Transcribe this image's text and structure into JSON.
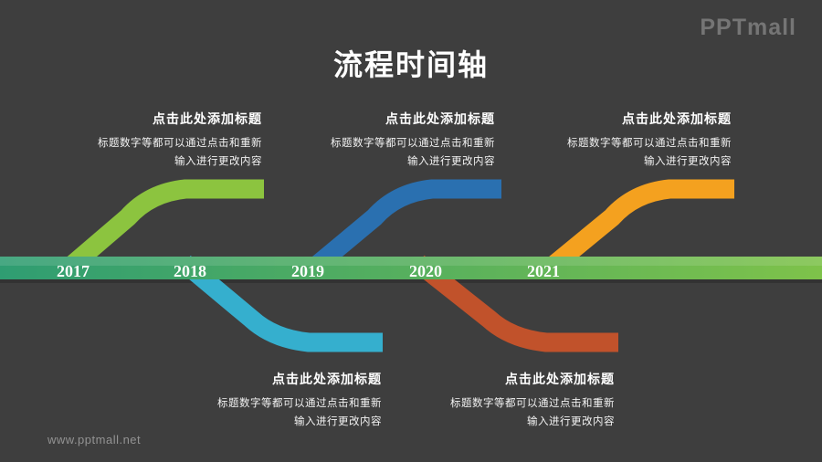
{
  "title": "流程时间轴",
  "logo": {
    "text": "PPTmall"
  },
  "watermark": {
    "text": "www.pptmall.net"
  },
  "timeline": {
    "years": [
      "2017",
      "2018",
      "2019",
      "2020",
      "2021"
    ]
  },
  "callouts": {
    "top": [
      {
        "title": "点击此处添加标题",
        "body_line1": "标题数字等都可以通过点击和重新",
        "body_line2": "输入进行更改内容"
      },
      {
        "title": "点击此处添加标题",
        "body_line1": "标题数字等都可以通过点击和重新",
        "body_line2": "输入进行更改内容"
      },
      {
        "title": "点击此处添加标题",
        "body_line1": "标题数字等都可以通过点击和重新",
        "body_line2": "输入进行更改内容"
      }
    ],
    "bottom": [
      {
        "title": "点击此处添加标题",
        "body_line1": "标题数字等都可以通过点击和重新",
        "body_line2": "输入进行更改内容"
      },
      {
        "title": "点击此处添加标题",
        "body_line1": "标题数字等都可以通过点击和重新",
        "body_line2": "输入进行更改内容"
      }
    ]
  },
  "colors": {
    "background": "#3e3e3e",
    "bar_gradient_left": "#2f9d72",
    "bar_gradient_right": "#7ec24a",
    "swoosh_green": "#8cc43f",
    "swoosh_cyan": "#35afce",
    "swoosh_blue": "#2a70b0",
    "swoosh_rust": "#c1522b",
    "swoosh_orange": "#f4a11f"
  }
}
